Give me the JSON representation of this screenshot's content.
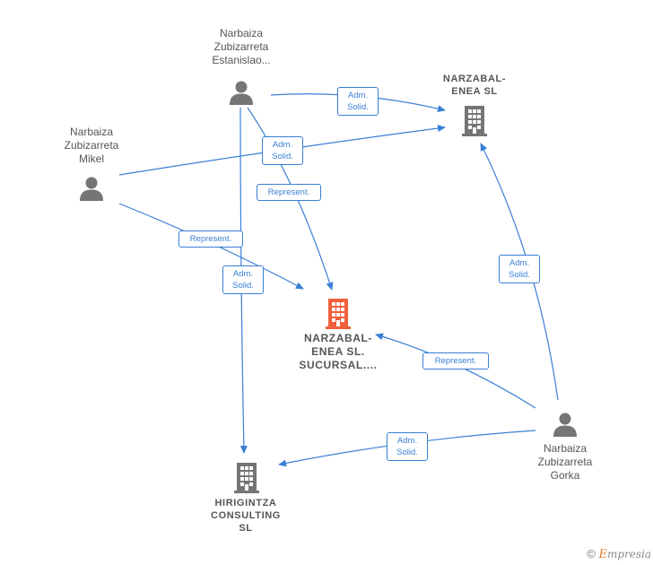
{
  "colors": {
    "edge": "#3a7fd5",
    "person": "#757575",
    "company": "#757575",
    "company_highlight": "#f0603a",
    "text": "#555555"
  },
  "nodes": {
    "estanislao": {
      "label": "Narbaiza\nZubizarreta\nEstanislao...",
      "icon": "person-icon"
    },
    "mikel": {
      "label": "Narbaiza\nZubizarreta\nMikel",
      "icon": "person-icon"
    },
    "gorka": {
      "label": "Narbaiza\nZubizarreta\nGorka",
      "icon": "person-icon"
    },
    "narzabal_enea": {
      "label": "NARZABAL-\nENEA  SL",
      "icon": "building-icon"
    },
    "narzabal_sucursal": {
      "label": "NARZABAL-\nENEA SL.\nSUCURSAL....",
      "icon": "building-icon-highlight"
    },
    "hirigintza": {
      "label": "HIRIGINTZA\nCONSULTING\nSL",
      "icon": "building-icon"
    }
  },
  "edges": [
    {
      "label": "Adm.\nSolid."
    },
    {
      "label": "Adm.\nSolid."
    },
    {
      "label": "Represent."
    },
    {
      "label": "Represent."
    },
    {
      "label": "Adm.\nSolid."
    },
    {
      "label": "Adm.\nSolid."
    },
    {
      "label": "Represent."
    },
    {
      "label": "Adm.\nSolid."
    }
  ],
  "footer": {
    "copyright": "©",
    "brand_initial": "E",
    "brand_rest": "mpresia"
  }
}
